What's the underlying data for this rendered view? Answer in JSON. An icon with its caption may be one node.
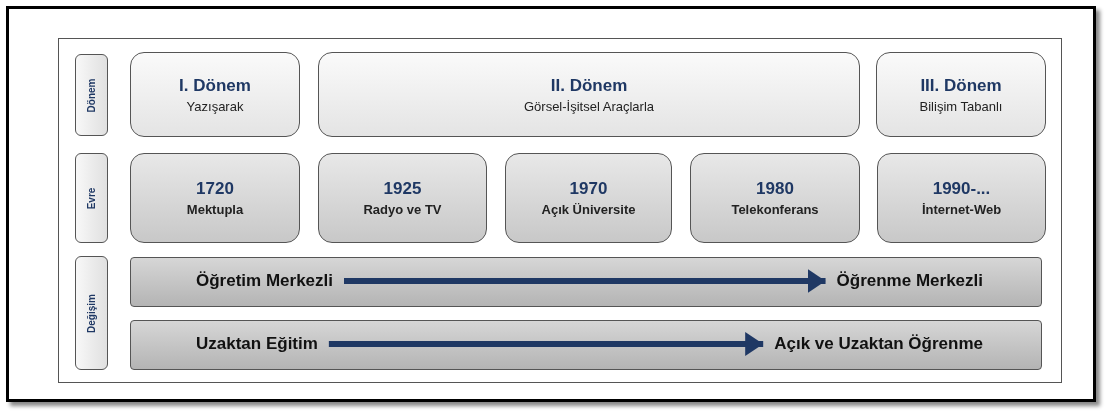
{
  "diagram": {
    "nodes": [
      {
        "text": [
          "Dönem"
        ]
      },
      {
        "text": [
          "I. Dönem",
          "Yazışarak"
        ]
      },
      {
        "text": [
          "II. Dönem",
          "Görsel-İşitsel Araçlarla"
        ]
      },
      {
        "text": [
          "III. Dönem",
          "Bilişim Tabanlı"
        ]
      },
      {
        "text": [
          "Evre"
        ]
      },
      {
        "text": [
          "1720",
          "Mektupla"
        ]
      },
      {
        "text": [
          "1925",
          "Radyo ve TV"
        ]
      },
      {
        "text": [
          "1970",
          "Açık Üniversite"
        ]
      },
      {
        "text": [
          "1980",
          "Telekonferans"
        ]
      },
      {
        "text": [
          "1990-...",
          "İnternet-Web"
        ]
      },
      {
        "text": [
          "Değişim"
        ]
      },
      {
        "text": [],
        "shape": "bar"
      },
      {
        "text": [
          "Öğretim Merkezli"
        ],
        "in": 11
      },
      {
        "text": [
          "Öğrenme Merkezli"
        ],
        "in": 11
      },
      {
        "text": [],
        "shape": "bar"
      },
      {
        "text": [
          "Uzaktan Eğitim"
        ],
        "in": 14
      },
      {
        "text": [
          "Açık ve Uzaktan Öğrenme"
        ],
        "in": 14
      }
    ],
    "edges": [
      {
        "from": 12,
        "to": 13,
        "arrow": "to"
      },
      {
        "from": 15,
        "to": 16,
        "arrow": "to"
      }
    ]
  }
}
